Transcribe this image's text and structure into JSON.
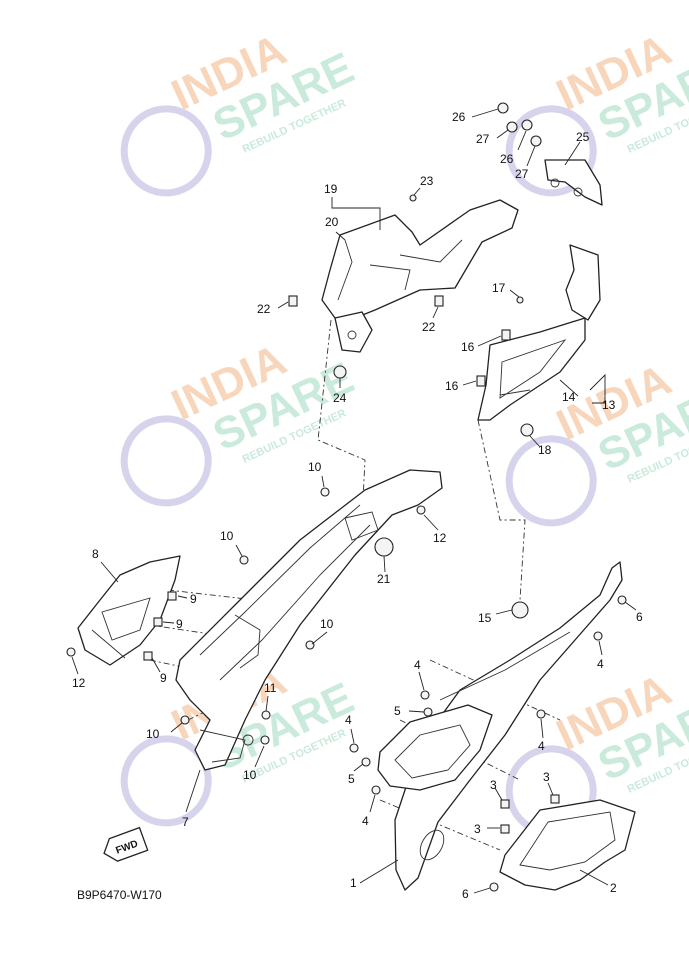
{
  "watermark": {
    "line1": "INDIA",
    "line2": "SPARE",
    "tagline": "REBUILD TOGETHER",
    "colors": {
      "orange": "#f6c9a6",
      "green": "#b9e3cf",
      "purple": "#c9c6e6"
    }
  },
  "fwd_label": "FWD",
  "diagram_code": "B9P6470-W170",
  "callouts": [
    {
      "id": "c26a",
      "text": "26"
    },
    {
      "id": "c27a",
      "text": "27"
    },
    {
      "id": "c26b",
      "text": "26"
    },
    {
      "id": "c27b",
      "text": "27"
    },
    {
      "id": "c25",
      "text": "25"
    },
    {
      "id": "c23",
      "text": "23"
    },
    {
      "id": "c19",
      "text": "19"
    },
    {
      "id": "c20",
      "text": "20"
    },
    {
      "id": "c22a",
      "text": "22"
    },
    {
      "id": "c22b",
      "text": "22"
    },
    {
      "id": "c24",
      "text": "24"
    },
    {
      "id": "c17",
      "text": "17"
    },
    {
      "id": "c16a",
      "text": "16"
    },
    {
      "id": "c16b",
      "text": "16"
    },
    {
      "id": "c14",
      "text": "14"
    },
    {
      "id": "c13",
      "text": "13"
    },
    {
      "id": "c18",
      "text": "18"
    },
    {
      "id": "c10a",
      "text": "10"
    },
    {
      "id": "c12a",
      "text": "12"
    },
    {
      "id": "c10b",
      "text": "10"
    },
    {
      "id": "c21",
      "text": "21"
    },
    {
      "id": "c8",
      "text": "8"
    },
    {
      "id": "c9a",
      "text": "9"
    },
    {
      "id": "c9b",
      "text": "9"
    },
    {
      "id": "c9c",
      "text": "9"
    },
    {
      "id": "c10c",
      "text": "10"
    },
    {
      "id": "c12b",
      "text": "12"
    },
    {
      "id": "c11",
      "text": "11"
    },
    {
      "id": "c10d",
      "text": "10"
    },
    {
      "id": "c10e",
      "text": "10"
    },
    {
      "id": "c7",
      "text": "7"
    },
    {
      "id": "c15",
      "text": "15"
    },
    {
      "id": "c6a",
      "text": "6"
    },
    {
      "id": "c4a",
      "text": "4"
    },
    {
      "id": "c4b",
      "text": "4"
    },
    {
      "id": "c5a",
      "text": "5"
    },
    {
      "id": "c4c",
      "text": "4"
    },
    {
      "id": "c4d",
      "text": "4"
    },
    {
      "id": "c5b",
      "text": "5"
    },
    {
      "id": "c4e",
      "text": "4"
    },
    {
      "id": "c3a",
      "text": "3"
    },
    {
      "id": "c3b",
      "text": "3"
    },
    {
      "id": "c3c",
      "text": "3"
    },
    {
      "id": "c1",
      "text": "1"
    },
    {
      "id": "c2",
      "text": "2"
    },
    {
      "id": "c6b",
      "text": "6"
    }
  ]
}
